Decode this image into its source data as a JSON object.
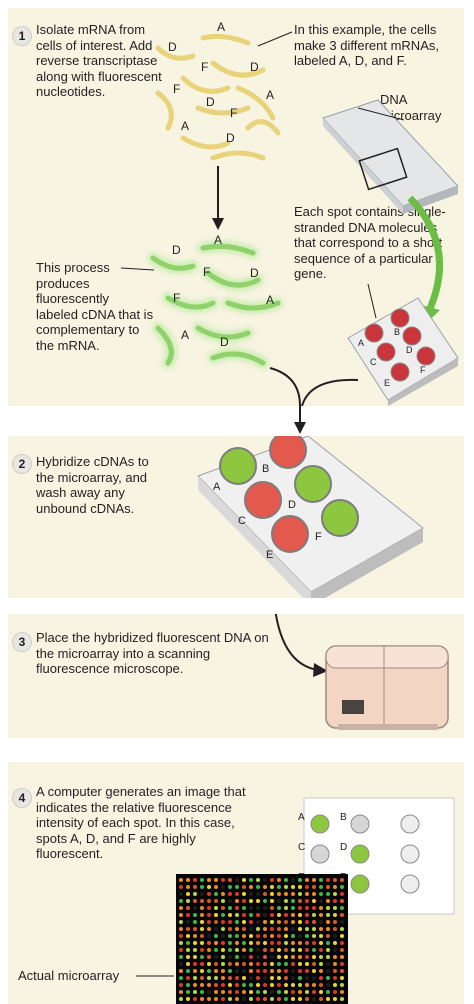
{
  "steps": [
    {
      "number": "1",
      "text": "Isolate mRNA from cells of interest. Add reverse transcriptase along with fluorescent nucleotides."
    },
    {
      "number": "2",
      "text": "Hybridize cDNAs to the microarray, and wash away any unbound cDNAs."
    },
    {
      "number": "3",
      "text": "Place the hybridized fluorescent DNA on the microarray into a scanning fluorescence microscope."
    },
    {
      "number": "4",
      "text": "A computer generates an image that indicates the relative fluorescence intensity of each spot. In this case, spots A, D, and F are highly fluorescent."
    }
  ],
  "callouts": {
    "example": "In this example, the cells make 3 different mRNAs, labeled A, D, and F.",
    "microarray": "DNA microarray",
    "spot": "Each spot contains single-stranded DNA molecules that correspond to a short sequence of a particular gene.",
    "cdna": "This process produces fluorescently labeled cDNA that is complementary to the mRNA.",
    "actual": "Actual microarray"
  },
  "molecule_labels": [
    "A",
    "D",
    "F"
  ],
  "spot_labels": [
    "A",
    "B",
    "C",
    "D",
    "E",
    "F"
  ],
  "colors": {
    "panel": "#f8f4e2",
    "mrna": "#e8d27a",
    "cdna": "#8fd16a",
    "fluorescent_spot": "#8dc63f",
    "dim_spot": "#d6d6d6",
    "hybrid_red": "#e3594e",
    "scanner": "#f3d5c4",
    "arrow_green": "#6cbd45"
  }
}
